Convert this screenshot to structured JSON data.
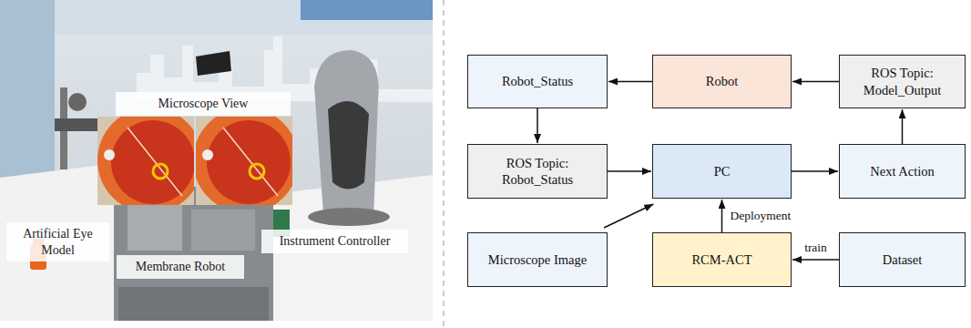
{
  "diagram": {
    "nodes": [
      {
        "text": [
          "Robot_Status"
        ]
      },
      {
        "text": [
          "Robot"
        ]
      },
      {
        "text": [
          "ROS Topic: Model_Output"
        ]
      },
      {
        "text": [
          "ROS Topic: Robot_Status"
        ]
      },
      {
        "text": [
          "PC"
        ]
      },
      {
        "text": [
          "Next Action"
        ]
      },
      {
        "text": [
          "Microscope Image"
        ]
      },
      {
        "text": [
          "RCM-ACT"
        ]
      },
      {
        "text": [
          "Dataset"
        ]
      }
    ],
    "edges": [
      {
        "from": 1,
        "to": 0,
        "arrow": "to"
      },
      {
        "from": 2,
        "to": 1,
        "arrow": "to"
      },
      {
        "from": 0,
        "to": 3,
        "arrow": "to"
      },
      {
        "from": 3,
        "to": 4,
        "arrow": "to"
      },
      {
        "from": 4,
        "to": 5,
        "arrow": "to"
      },
      {
        "from": 5,
        "to": 2,
        "arrow": "to"
      },
      {
        "from": 6,
        "to": 4,
        "arrow": "to"
      },
      {
        "from": 7,
        "to": 4,
        "label": "Deployment",
        "arrow": "to"
      },
      {
        "from": 8,
        "to": 7,
        "label": "train",
        "arrow": "to"
      }
    ],
    "labels": [
      "Microscope View",
      "Artificial Eye Model",
      "Membrane Robot",
      "Instrument Controller"
    ]
  }
}
